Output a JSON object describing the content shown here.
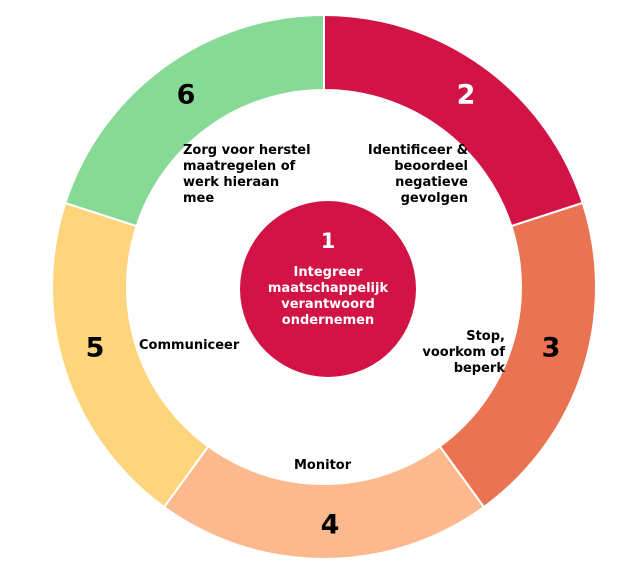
{
  "center": {
    "number": "1",
    "text": "Integreer\nmaatschappelijk\nverantwoord\nondernemen",
    "color": "#d21345"
  },
  "segments": [
    {
      "number": "2",
      "label": "Identificeer &\nbeoordeel\nnegatieve\ngevolgen",
      "color": "#d21345",
      "number_color": "#ffffff"
    },
    {
      "number": "3",
      "label": "Stop,\nvoorkom of\nbeperk",
      "color": "#ea7352",
      "number_color": "#000000"
    },
    {
      "number": "4",
      "label": "Monitor",
      "color": "#fdb98e",
      "number_color": "#000000"
    },
    {
      "number": "5",
      "label": "Communiceer",
      "color": "#fed57c",
      "number_color": "#000000"
    },
    {
      "number": "6",
      "label": "Zorg voor herstel\nmaatregelen of\nwerk hieraan\nmee",
      "color": "#86da95",
      "number_color": "#000000"
    }
  ]
}
